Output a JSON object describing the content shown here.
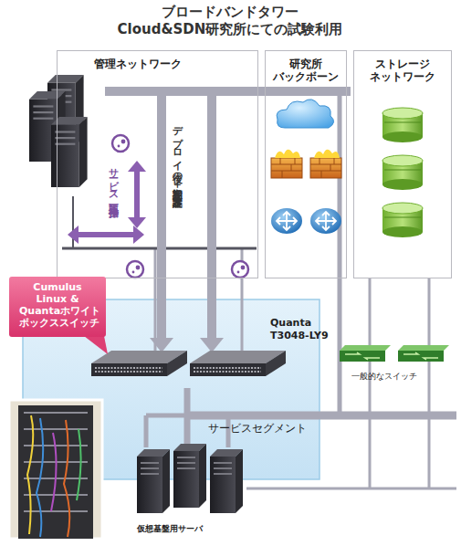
{
  "diagram": {
    "title": "ブロードバンドタワー Cloud&SDN研究所にての試験利用",
    "nodes": [
      {
        "text": [
          "管理ネットワーク"
        ]
      },
      {
        "text": [
          "研究所 バックボーン"
        ]
      },
      {
        "text": [
          "ストレージ ネットワーク"
        ]
      },
      {
        "text": [
          "Cumulus Linux & Quantaホワイト ボックススイッチ"
        ]
      }
    ],
    "labels": [
      "サービス監視 一括操作",
      "デプロイ後の 初期設定+基本設定",
      "Quanta T3048-LY9",
      "一般的なスイッチ",
      "サービスセグメント",
      "仮想基盤用サーバ"
    ]
  }
}
